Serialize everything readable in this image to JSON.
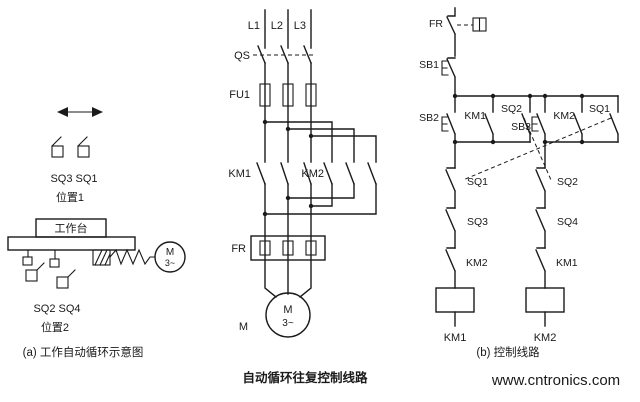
{
  "colors": {
    "line": "#1a1a1a",
    "watermark": "#00a860"
  },
  "left_panel": {
    "caption": "(a) 工作自动循环示意图",
    "sq_top_label": "SQ3 SQ1",
    "position1": "位置1",
    "worktable": "工作台",
    "motor_label": "M",
    "motor_phase": "3~",
    "sq_bottom_label": "SQ2 SQ4",
    "position2": "位置2"
  },
  "main_circuit": {
    "phase_labels": [
      "L1",
      "L2",
      "L3"
    ],
    "switch_label": "QS",
    "fuse_label": "FU1",
    "contactor_forward_label": "KM1",
    "contactor_reverse_label": "KM2",
    "thermal_relay_label": "FR",
    "motor_side_label": "M",
    "motor_label": "M",
    "motor_phase": "3~"
  },
  "control_circuit": {
    "caption": "(b) 控制线路",
    "thermal_contact_label": "FR",
    "stop_button_label": "SB1",
    "left_branch": {
      "start_button_label": "SB2",
      "seal_contact_label": "KM1",
      "limit_no_label": "SQ2",
      "limit_nc1_label": "SQ1",
      "limit_nc2_label": "SQ3",
      "interlock_label": "KM2",
      "coil_label": "KM1"
    },
    "right_branch": {
      "start_button_label": "SB3",
      "seal_contact_label": "KM2",
      "limit_no_label": "SQ1",
      "limit_nc1_label": "SQ2",
      "limit_nc2_label": "SQ4",
      "interlock_label": "KM1",
      "coil_label": "KM2"
    }
  },
  "footer": {
    "title": "自动循环往复控制线路",
    "watermark": "www.cntronics.com"
  }
}
